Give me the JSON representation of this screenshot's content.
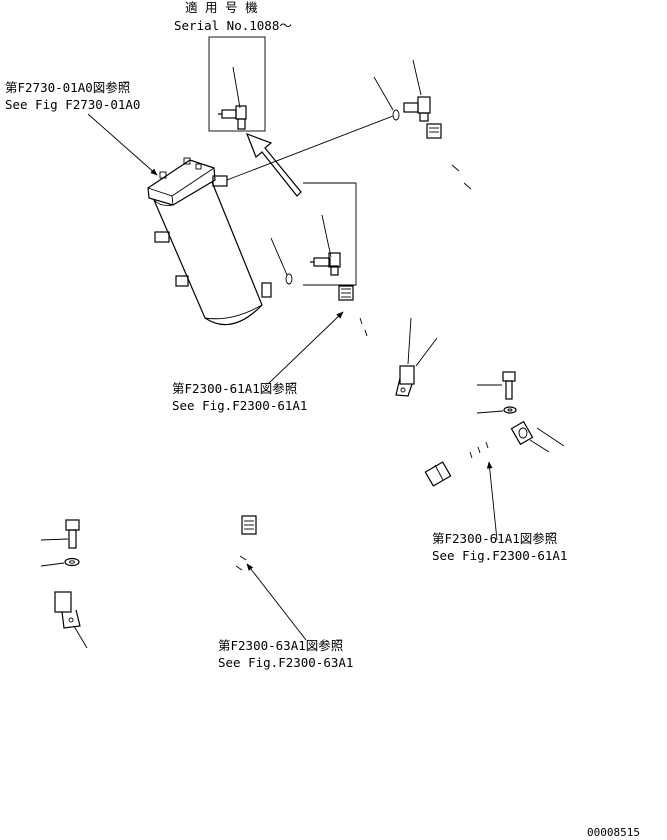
{
  "labels": {
    "serial_jp": "適 用 号 機",
    "serial_en": "Serial No.1088～",
    "ref_filter_jp": "第F2730-01A0図参照",
    "ref_filter_en": "See Fig F2730-01A0",
    "ref_61a1_mid_jp": "第F2300-61A1図参照",
    "ref_61a1_mid_en": "See Fig.F2300-61A1",
    "ref_61a1_right_jp": "第F2300-61A1図参照",
    "ref_61a1_right_en": "See Fig.F2300-61A1",
    "ref_63a1_jp": "第F2300-63A1図参照",
    "ref_63a1_en": "See Fig.F2300-63A1",
    "drawing_number": "00008515"
  }
}
